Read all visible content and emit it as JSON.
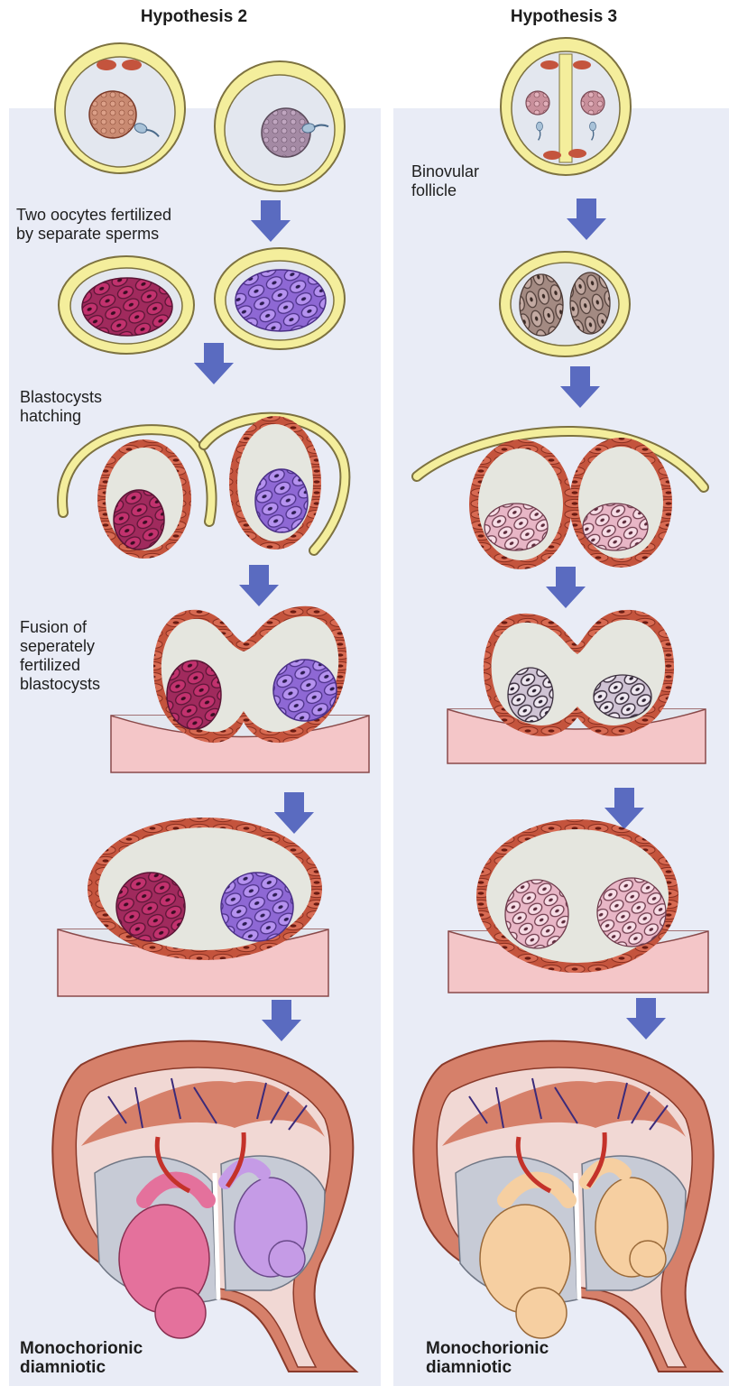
{
  "columns": [
    {
      "heading": "Hypothesis 2",
      "captions": [
        [
          "Two oocytes fertilized",
          "by separate sperms"
        ],
        [
          "Blastocysts",
          "hatching"
        ],
        [
          "Fusion of",
          "seperately",
          "fertilized",
          "blastocysts"
        ]
      ],
      "result": [
        "Monochorionic",
        "diamniotic"
      ]
    },
    {
      "heading": "Hypothesis 3",
      "captions": [
        [
          "Binovular",
          "follicle"
        ]
      ],
      "result": [
        "Monochorionic",
        "diamniotic"
      ]
    }
  ],
  "colors": {
    "panel_background": "#e9ecf6",
    "arrow": "#5a6bc0",
    "zona": "#f4ee9c",
    "trophoblast": "#c4543d",
    "embryo_magenta": "#c2326e",
    "embryo_violet": "#a67fe2",
    "embryo_pink": "#f1c6d2",
    "endometrium": "#f4c6c8",
    "uterine_wall": "#d6806a",
    "fetus_magenta": "#e4719c",
    "fetus_violet": "#c59be6",
    "fetus_peach": "#f6cfa1"
  }
}
